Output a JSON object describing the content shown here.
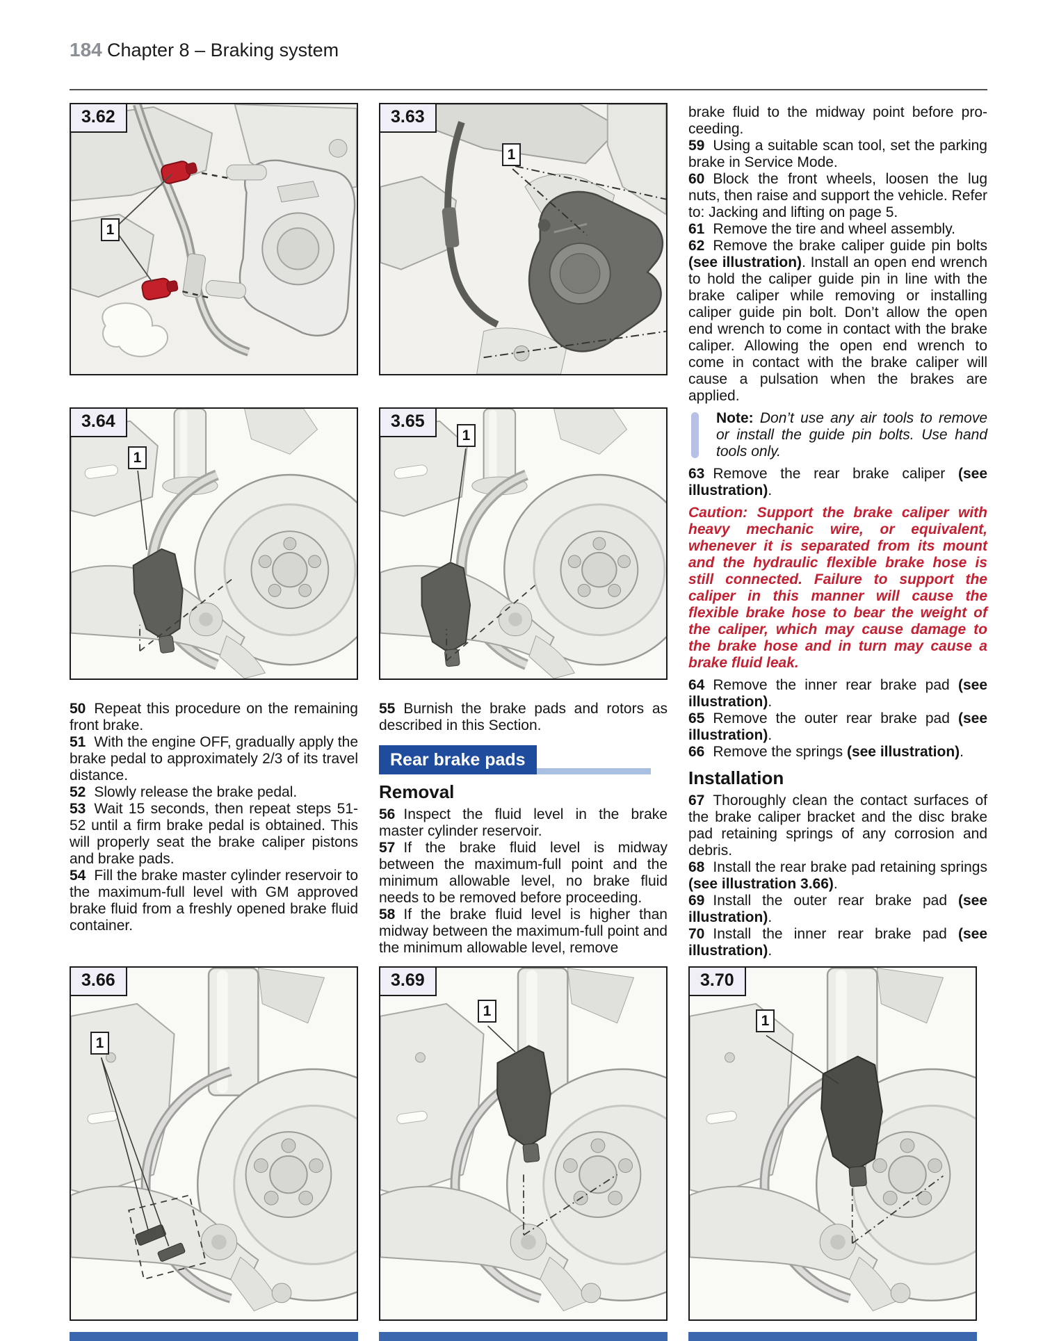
{
  "header": {
    "page_number": "184",
    "chapter_title": "Chapter 8 – Braking system"
  },
  "colors": {
    "banner_blue": "#1f4c9c",
    "banner_underline": "#a9c0e2",
    "caption_blue": "#3a67ae",
    "note_bar": "#b7c1e6",
    "caution_red": "#c32031",
    "pageno_gray": "#8b8f96",
    "highlight_red_bolt": "#c4202a"
  },
  "figures": [
    {
      "label": "3.62",
      "callout": "1"
    },
    {
      "label": "3.63",
      "callout": "1"
    },
    {
      "label": "3.64",
      "callout": "1"
    },
    {
      "label": "3.65",
      "callout": "1"
    },
    {
      "label": "3.66",
      "callout": "1"
    },
    {
      "label": "3.69",
      "callout": "1"
    },
    {
      "label": "3.70",
      "callout": "1"
    }
  ],
  "columns": {
    "left": {
      "blocks": [
        {
          "type": "step",
          "num": "50",
          "segments": [
            {
              "t": "Repeat this procedure on the remaining front brake."
            }
          ]
        },
        {
          "type": "step",
          "num": "51",
          "segments": [
            {
              "t": "With the engine OFF, gradually apply the brake pedal to approximately 2/3 of its travel distance."
            }
          ]
        },
        {
          "type": "step",
          "num": "52",
          "segments": [
            {
              "t": "Slowly release the brake pedal."
            }
          ]
        },
        {
          "type": "step",
          "num": "53",
          "segments": [
            {
              "t": "Wait 15 seconds, then repeat steps 51-52 until a firm brake pedal is obtained. This will properly seat the brake caliper pistons and brake pads."
            }
          ]
        },
        {
          "type": "step",
          "num": "54",
          "segments": [
            {
              "t": "Fill the brake master cylinder reservoir to the maximum-full level with GM approved brake fluid from a freshly opened brake fluid container."
            }
          ]
        }
      ]
    },
    "middle": {
      "blocks": [
        {
          "type": "step",
          "num": "55",
          "segments": [
            {
              "t": "Burnish the brake pads and rotors as described in this Section."
            }
          ]
        },
        {
          "type": "banner",
          "text": "Rear brake pads"
        },
        {
          "type": "heading",
          "text": "Removal"
        },
        {
          "type": "step",
          "num": "56",
          "segments": [
            {
              "t": "Inspect the fluid level in the brake master cylinder reservoir."
            }
          ]
        },
        {
          "type": "step",
          "num": "57",
          "segments": [
            {
              "t": "If the brake fluid level is midway between the maximum-full point and the minimum allowable level, no brake fluid needs to be removed before proceeding."
            }
          ]
        },
        {
          "type": "step",
          "num": "58",
          "segments": [
            {
              "t": "If the brake fluid level is higher than midway between the maximum-full point and the minimum allowable level, remove"
            }
          ]
        }
      ]
    },
    "right": {
      "blocks": [
        {
          "type": "para",
          "segments": [
            {
              "t": "brake fluid to the midway point before pro-ceeding."
            }
          ]
        },
        {
          "type": "step",
          "num": "59",
          "segments": [
            {
              "t": "Using a suitable scan tool, set the parking brake in Service Mode."
            }
          ]
        },
        {
          "type": "step",
          "num": "60",
          "segments": [
            {
              "t": "Block the front wheels, loosen the lug nuts, then raise and support the vehicle. Refer to: Jacking and lifting on page 5."
            }
          ]
        },
        {
          "type": "step",
          "num": "61",
          "segments": [
            {
              "t": "Remove the tire and wheel assembly."
            }
          ]
        },
        {
          "type": "step",
          "num": "62",
          "segments": [
            {
              "t": "Remove the brake caliper guide pin bolts "
            },
            {
              "t": "(see illustration)",
              "b": 1
            },
            {
              "t": ". Install an open end wrench to hold the caliper guide pin in line with the brake caliper while removing or installing caliper guide pin bolt. Don’t allow the open end wrench to come in contact with the brake caliper. Allowing the open end wrench to come in contact with the brake caliper will cause a pulsation when the brakes are applied."
            }
          ]
        },
        {
          "type": "note",
          "segments": [
            {
              "t": "Note: ",
              "b": 1
            },
            {
              "t": "Don’t use any air tools to remove or install the guide pin bolts. Use hand tools only.",
              "i": 1
            }
          ]
        },
        {
          "type": "step",
          "num": "63",
          "segments": [
            {
              "t": "Remove the rear brake caliper "
            },
            {
              "t": "(see illustration)",
              "b": 1
            },
            {
              "t": "."
            }
          ]
        },
        {
          "type": "caution",
          "segments": [
            {
              "t": "Caution: Support the brake caliper with heavy mechanic wire, or equivalent, whenever it is separated from its mount and the hydraulic flexible brake hose is still connected. Failure to support the caliper in this manner will cause the flexible brake hose to bear the weight of the caliper, which may cause damage to the brake hose and in turn may cause a brake fluid leak."
            }
          ]
        },
        {
          "type": "step",
          "num": "64",
          "segments": [
            {
              "t": "Remove the inner rear brake pad "
            },
            {
              "t": "(see illustration)",
              "b": 1
            },
            {
              "t": "."
            }
          ]
        },
        {
          "type": "step",
          "num": "65",
          "segments": [
            {
              "t": "Remove the outer rear brake pad "
            },
            {
              "t": "(see illustration)",
              "b": 1
            },
            {
              "t": "."
            }
          ]
        },
        {
          "type": "step",
          "num": "66",
          "segments": [
            {
              "t": "Remove the springs "
            },
            {
              "t": "(see illustration)",
              "b": 1
            },
            {
              "t": "."
            }
          ]
        },
        {
          "type": "heading",
          "text": "Installation"
        },
        {
          "type": "step",
          "num": "67",
          "segments": [
            {
              "t": "Thoroughly clean the contact surfaces of the brake caliper bracket and the disc brake pad retaining springs of any corrosion and debris."
            }
          ]
        },
        {
          "type": "step",
          "num": "68",
          "segments": [
            {
              "t": "Install the rear brake pad retaining springs "
            },
            {
              "t": "(see illustration 3.66)",
              "b": 1
            },
            {
              "t": "."
            }
          ]
        },
        {
          "type": "step",
          "num": "69",
          "segments": [
            {
              "t": "Install the outer rear brake pad "
            },
            {
              "t": "(see illustration)",
              "b": 1
            },
            {
              "t": "."
            }
          ]
        },
        {
          "type": "step",
          "num": "70",
          "segments": [
            {
              "t": "Install the inner rear brake pad "
            },
            {
              "t": "(see illustration)",
              "b": 1
            },
            {
              "t": "."
            }
          ]
        }
      ]
    }
  }
}
